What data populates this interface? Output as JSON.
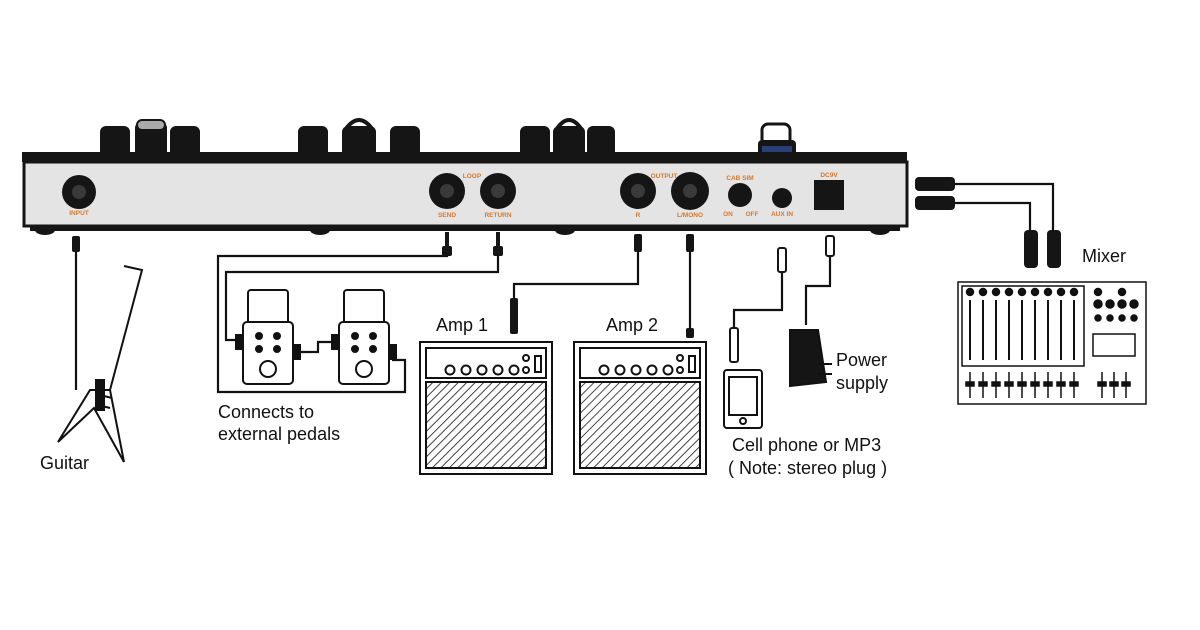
{
  "labels": {
    "guitar": "Guitar",
    "pedals_line1": "Connects to",
    "pedals_line2": "external pedals",
    "amp1": "Amp  1",
    "amp2": "Amp 2",
    "phone_line1": "Cell phone or MP3",
    "phone_line2": "( Note: stereo plug )",
    "power_line1": "Power",
    "power_line2": "supply",
    "mixer": "Mixer"
  },
  "panel_labels": {
    "input": "INPUT",
    "loop": "LOOP",
    "send": "SEND",
    "return": "RETURN",
    "output": "OUTPUT",
    "r": "R",
    "l_mono": "L/MONO",
    "cab_sim": "CAB SIM",
    "cab_on": "ON",
    "cab_off": "OFF",
    "aux_in": "AUX IN",
    "dc9v": "DC9V"
  },
  "colors": {
    "panel_fill": "#e4e4e4",
    "panel_label": "#d9782a",
    "line": "#111111",
    "knob": "#151515"
  }
}
